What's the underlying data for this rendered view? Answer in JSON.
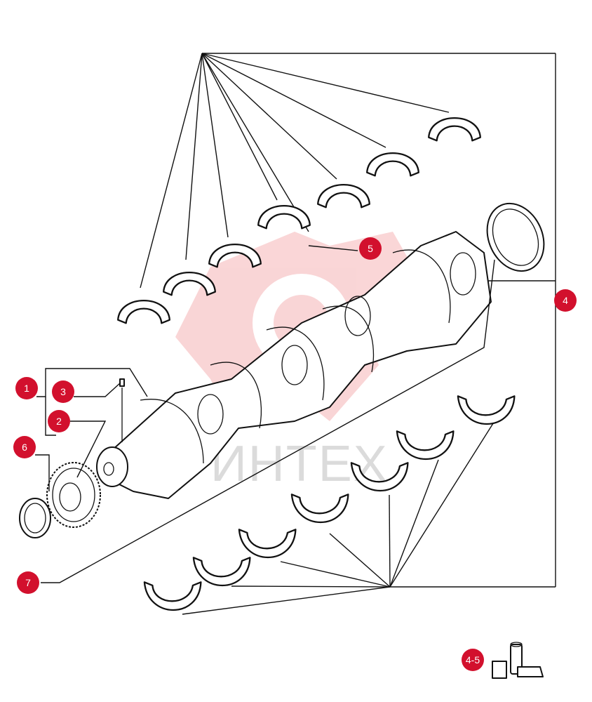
{
  "diagram": {
    "watermark": {
      "text": "ИНТЕХ"
    },
    "callouts": [
      {
        "id": "1",
        "text": "1"
      },
      {
        "id": "2",
        "text": "2"
      },
      {
        "id": "3",
        "text": "3"
      },
      {
        "id": "4",
        "text": "4"
      },
      {
        "id": "5",
        "text": "5"
      },
      {
        "id": "6",
        "text": "6"
      },
      {
        "id": "7",
        "text": "7"
      },
      {
        "id": "4-5",
        "text": "4-5"
      }
    ],
    "colors": {
      "callout": "#d2102d",
      "line": "#111111",
      "watermark": "#e31e24"
    }
  }
}
